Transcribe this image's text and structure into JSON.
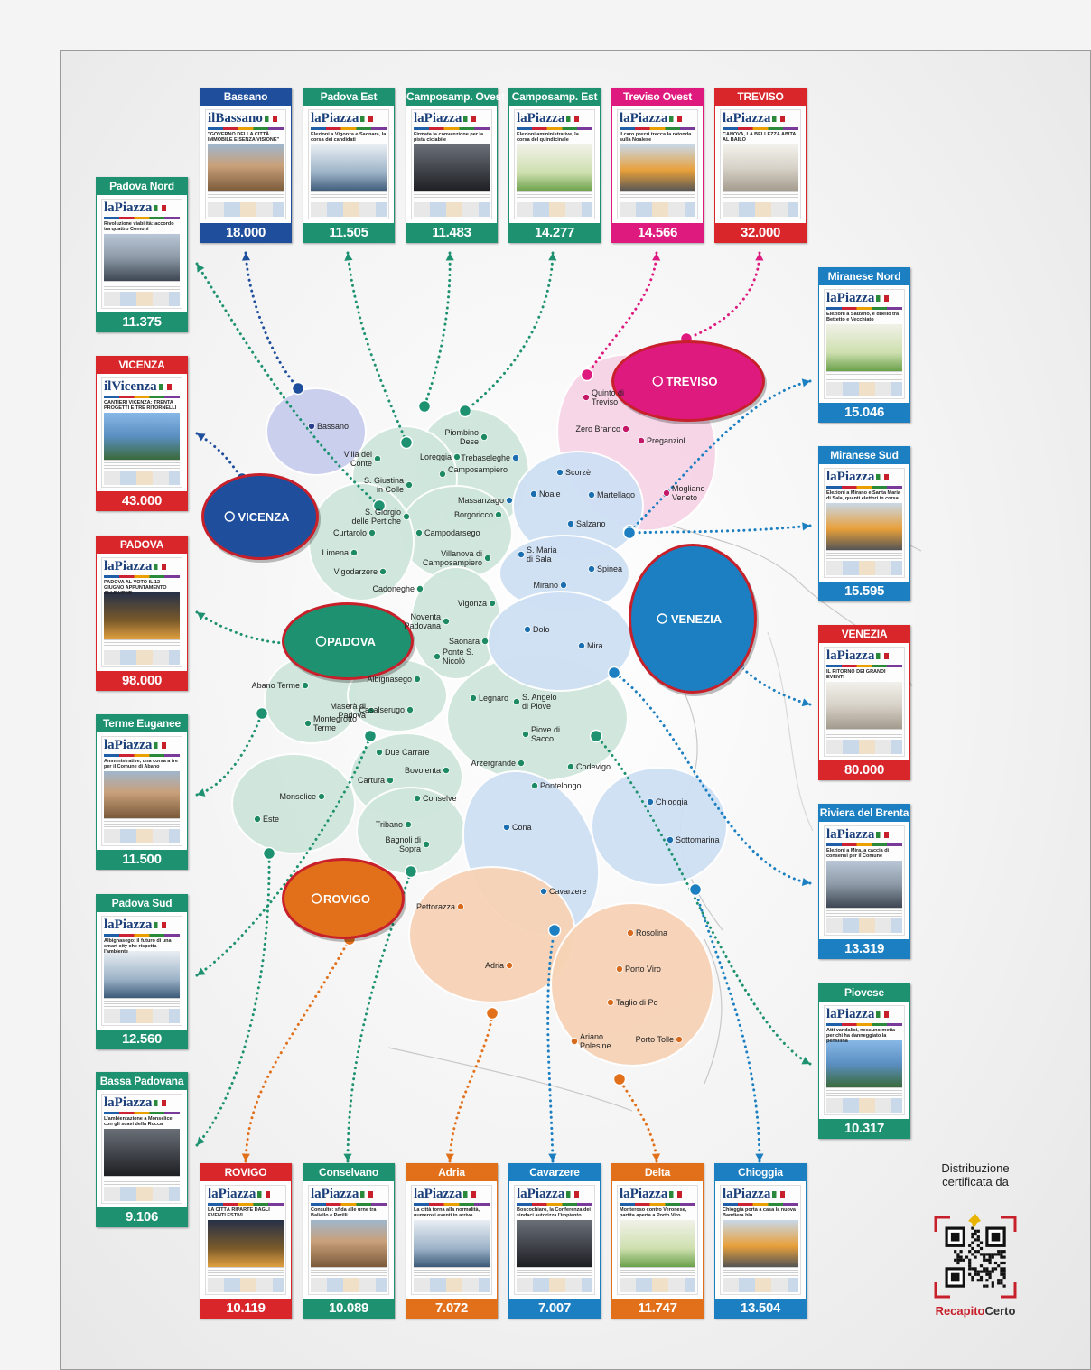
{
  "editions": [
    {
      "name": "Bassano",
      "count": "18.000",
      "color": "#1f4e9c",
      "masthead": "ilBassano",
      "headline": "\"GOVERNO DELLA CITTÀ IMMOBILE E SENZA VISIONE\""
    },
    {
      "name": "Padova Est",
      "count": "11.505",
      "color": "#1e9270",
      "masthead": "laPiazza",
      "headline": "Elezioni a Vigonza e Saonara, la corsa dei candidati"
    },
    {
      "name": "Camposamp. Ovest",
      "count": "11.483",
      "color": "#1e9270",
      "masthead": "laPiazza",
      "headline": "Firmata la convenzione per la pista ciclabile"
    },
    {
      "name": "Camposamp. Est",
      "count": "14.277",
      "color": "#1e9270",
      "masthead": "laPiazza",
      "headline": "Elezioni amministrative, la corsa del quindicinale"
    },
    {
      "name": "Treviso Ovest",
      "count": "14.566",
      "color": "#de1a7e",
      "masthead": "laPiazza",
      "headline": "Il caro prezzi trecca la rotonda sulla Noalese"
    },
    {
      "name": "TREVISO",
      "count": "32.000",
      "color": "#d8262b",
      "masthead": "laPiazza",
      "headline": "CANOVA, LA BELLEZZA ABITA AL BAILO"
    },
    {
      "name": "Padova Nord",
      "count": "11.375",
      "color": "#1e9270",
      "masthead": "laPiazza",
      "headline": "Rivoluzione viabilità: accordo tra quattro Comuni"
    },
    {
      "name": "VICENZA",
      "count": "43.000",
      "color": "#d8262b",
      "masthead": "ilVicenza",
      "headline": "CANTIERI VICENZA: TRENTA PROGETTI E TRE RITORNELLI"
    },
    {
      "name": "PADOVA",
      "count": "98.000",
      "color": "#d8262b",
      "masthead": "laPiazza",
      "headline": "PADOVA AL VOTO IL 12 GIUGNO APPUNTAMENTO ALLE URNE"
    },
    {
      "name": "Terme Euganee",
      "count": "11.500",
      "color": "#1e9270",
      "masthead": "laPiazza",
      "headline": "Amministrative, una corsa a tre per il Comune di Abano"
    },
    {
      "name": "Padova Sud",
      "count": "12.560",
      "color": "#1e9270",
      "masthead": "laPiazza",
      "headline": "Albignasego: il futuro di una smart city che rispetta l'ambiente"
    },
    {
      "name": "Bassa Padovana",
      "count": "9.106",
      "color": "#1e9270",
      "masthead": "laPiazza",
      "headline": "L'ambientazione a Monselice con gli scavi della Rocca"
    },
    {
      "name": "Miranese Nord",
      "count": "15.046",
      "color": "#1b7fc1",
      "masthead": "laPiazza",
      "headline": "Elezioni a Salzano, è duello tra Bettetto e Vecchiato"
    },
    {
      "name": "Miranese Sud",
      "count": "15.595",
      "color": "#1b7fc1",
      "masthead": "laPiazza",
      "headline": "Elezioni a Mirano e Santa Maria di Sala, quanti elettori in corsa"
    },
    {
      "name": "VENEZIA",
      "count": "80.000",
      "color": "#d8262b",
      "masthead": "laPiazza",
      "headline": "IL RITORNO DEI GRANDI EVENTI"
    },
    {
      "name": "Riviera del Brenta",
      "count": "13.319",
      "color": "#1b7fc1",
      "masthead": "laPiazza",
      "headline": "Elezioni a Mira, a caccia di consensi per il Comune"
    },
    {
      "name": "Piovese",
      "count": "10.317",
      "color": "#1e9270",
      "masthead": "laPiazza",
      "headline": "Atti vandalici, nessuno metta per chi ha danneggiato la pensilina"
    },
    {
      "name": "ROVIGO",
      "count": "10.119",
      "color": "#d8262b",
      "masthead": "laPiazza",
      "headline": "LA CITTÀ RIPARTE DAGLI EVENTI ESTIVI"
    },
    {
      "name": "Conselvano",
      "count": "10.089",
      "color": "#1e9270",
      "masthead": "laPiazza",
      "headline": "Consulte: sfida alle urne tra Baliello e Perilli"
    },
    {
      "name": "Adria",
      "count": "7.072",
      "color": "#e2701b",
      "masthead": "laPiazza",
      "headline": "La città torna alla normalità, numerosi eventi in arrivo"
    },
    {
      "name": "Cavarzere",
      "count": "7.007",
      "color": "#1b7fc1",
      "masthead": "laPiazza",
      "headline": "Boscochiaro, la Conferenza dei sindaci autorizza l'impianto"
    },
    {
      "name": "Delta",
      "count": "11.747",
      "color": "#e2701b",
      "masthead": "laPiazza",
      "headline": "Monteroso contro Veronese, partita aperta a Porto Viro"
    },
    {
      "name": "Chioggia",
      "count": "13.504",
      "color": "#1b7fc1",
      "masthead": "laPiazza",
      "headline": "Chioggia porta a casa la nuova Bandiera blu"
    }
  ],
  "hubs": [
    {
      "name": "TREVISO",
      "color": "#de1a7e"
    },
    {
      "name": "VICENZA",
      "color": "#1f4e9c"
    },
    {
      "name": "PADOVA",
      "color": "#1e9270"
    },
    {
      "name": "VENEZIA",
      "color": "#1b7fc1"
    },
    {
      "name": "ROVIGO",
      "color": "#e2701b"
    }
  ],
  "towns": [
    "Bassano",
    "Villa del Conte",
    "S. Giustina in Colle",
    "S. Giorgio delle Pertiche",
    "Piombino Dese",
    "Loreggia",
    "Trebaseleghe",
    "Camposampiero",
    "Massanzago",
    "Borgoricco",
    "Campodarsego",
    "Villanova di Camposampiero",
    "Curtarolo",
    "Limena",
    "Vigodarzere",
    "Cadoneghe",
    "Vigonza",
    "Noventa Padovana",
    "Saonara",
    "Ponte S. Nicolò",
    "Quinto di Treviso",
    "Zero Branco",
    "Preganziol",
    "Mogliano Veneto",
    "Scorzè",
    "Noale",
    "Martellago",
    "Salzano",
    "S. Maria di Sala",
    "Spinea",
    "Mirano",
    "Dolo",
    "Mira",
    "Abano Terme",
    "Montegrotto Terme",
    "Albignasego",
    "Maserà di Padova",
    "Casalserugo",
    "Legnaro",
    "S. Angelo di Piove",
    "Piove di Sacco",
    "Arzergrande",
    "Codevigo",
    "Pontelongo",
    "Due Carrare",
    "Bovolenta",
    "Cartura",
    "Conselve",
    "Monselice",
    "Este",
    "Tribano",
    "Bagnoli di Sopra",
    "Cona",
    "Cavarzere",
    "Chioggia",
    "Sottomarina",
    "Pettorazza",
    "Adria",
    "Rosolina",
    "Porto Viro",
    "Taglio di Po",
    "Ariano Polesine",
    "Porto Tolle"
  ],
  "certification": {
    "caption": "Distribuzione certificata da",
    "brand_red": "Recapito",
    "brand_dark": "Certo"
  }
}
